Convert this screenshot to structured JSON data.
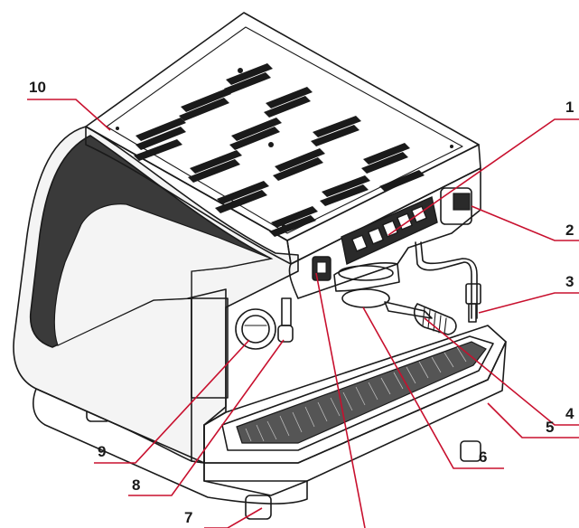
{
  "callouts": [
    {
      "id": "1",
      "label": "1"
    },
    {
      "id": "2",
      "label": "2"
    },
    {
      "id": "3",
      "label": "3"
    },
    {
      "id": "4",
      "label": "4"
    },
    {
      "id": "5",
      "label": "5"
    },
    {
      "id": "6",
      "label": "6"
    },
    {
      "id": "7",
      "label": "7"
    },
    {
      "id": "8",
      "label": "8"
    },
    {
      "id": "9",
      "label": "9"
    },
    {
      "id": "10",
      "label": "10"
    }
  ],
  "colors": {
    "leader": "#c8102e",
    "outline": "#1a1a1a",
    "body": "#f4f4f4"
  }
}
